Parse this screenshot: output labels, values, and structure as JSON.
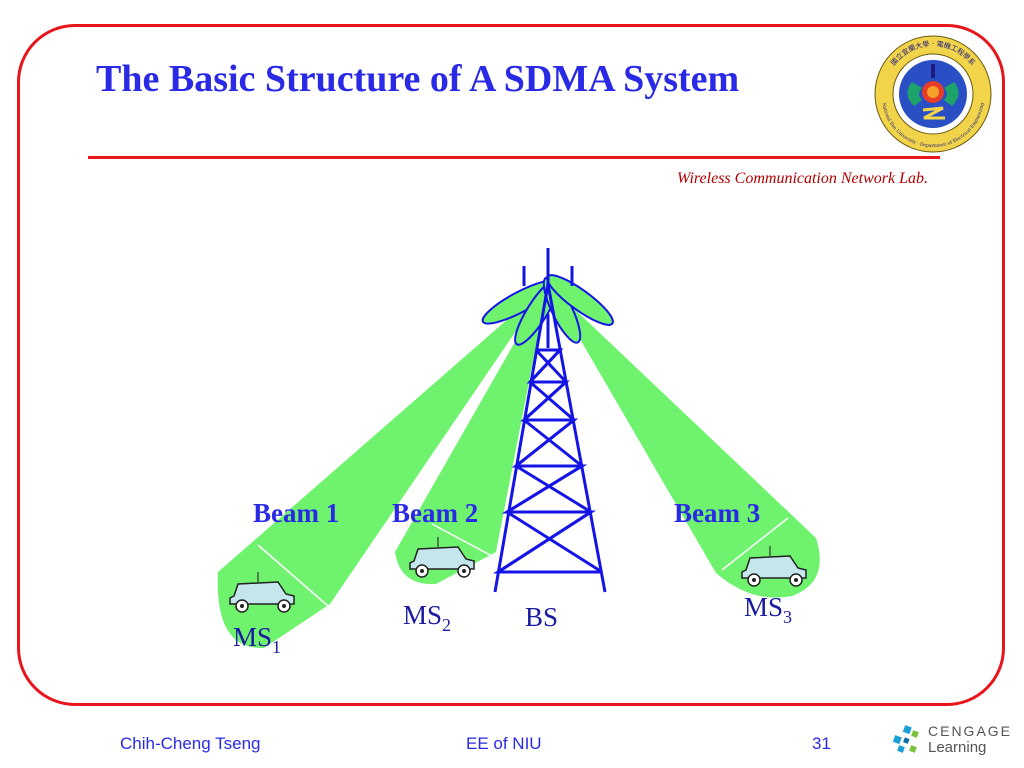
{
  "slide": {
    "title": "The Basic Structure of A SDMA System",
    "lab_name": "Wireless Communication Network Lab.",
    "logo": {
      "ring_text_top": "國立宜蘭大學 ‧ 電機工程學系",
      "ring_text_bottom": "National Ilan University ‧ Department of Electrical Engineering"
    }
  },
  "diagram": {
    "beam_labels": [
      "Beam 1",
      "Beam 2",
      "Beam 3"
    ],
    "tower_label": "BS",
    "stations": [
      {
        "base": "MS",
        "sub": "1"
      },
      {
        "base": "MS",
        "sub": "2"
      },
      {
        "base": "MS",
        "sub": "3"
      }
    ],
    "colors": {
      "beam": "#6ff36f",
      "tower": "#1414e6",
      "car_body": "#c5e6ec",
      "frame": "#e8161c",
      "title": "#2a2ae6"
    }
  },
  "footer": {
    "author": "Chih-Cheng Tseng",
    "course": "EE of NIU",
    "page": "31",
    "publisher_top": "CENGAGE",
    "publisher_bottom": "Learning"
  }
}
